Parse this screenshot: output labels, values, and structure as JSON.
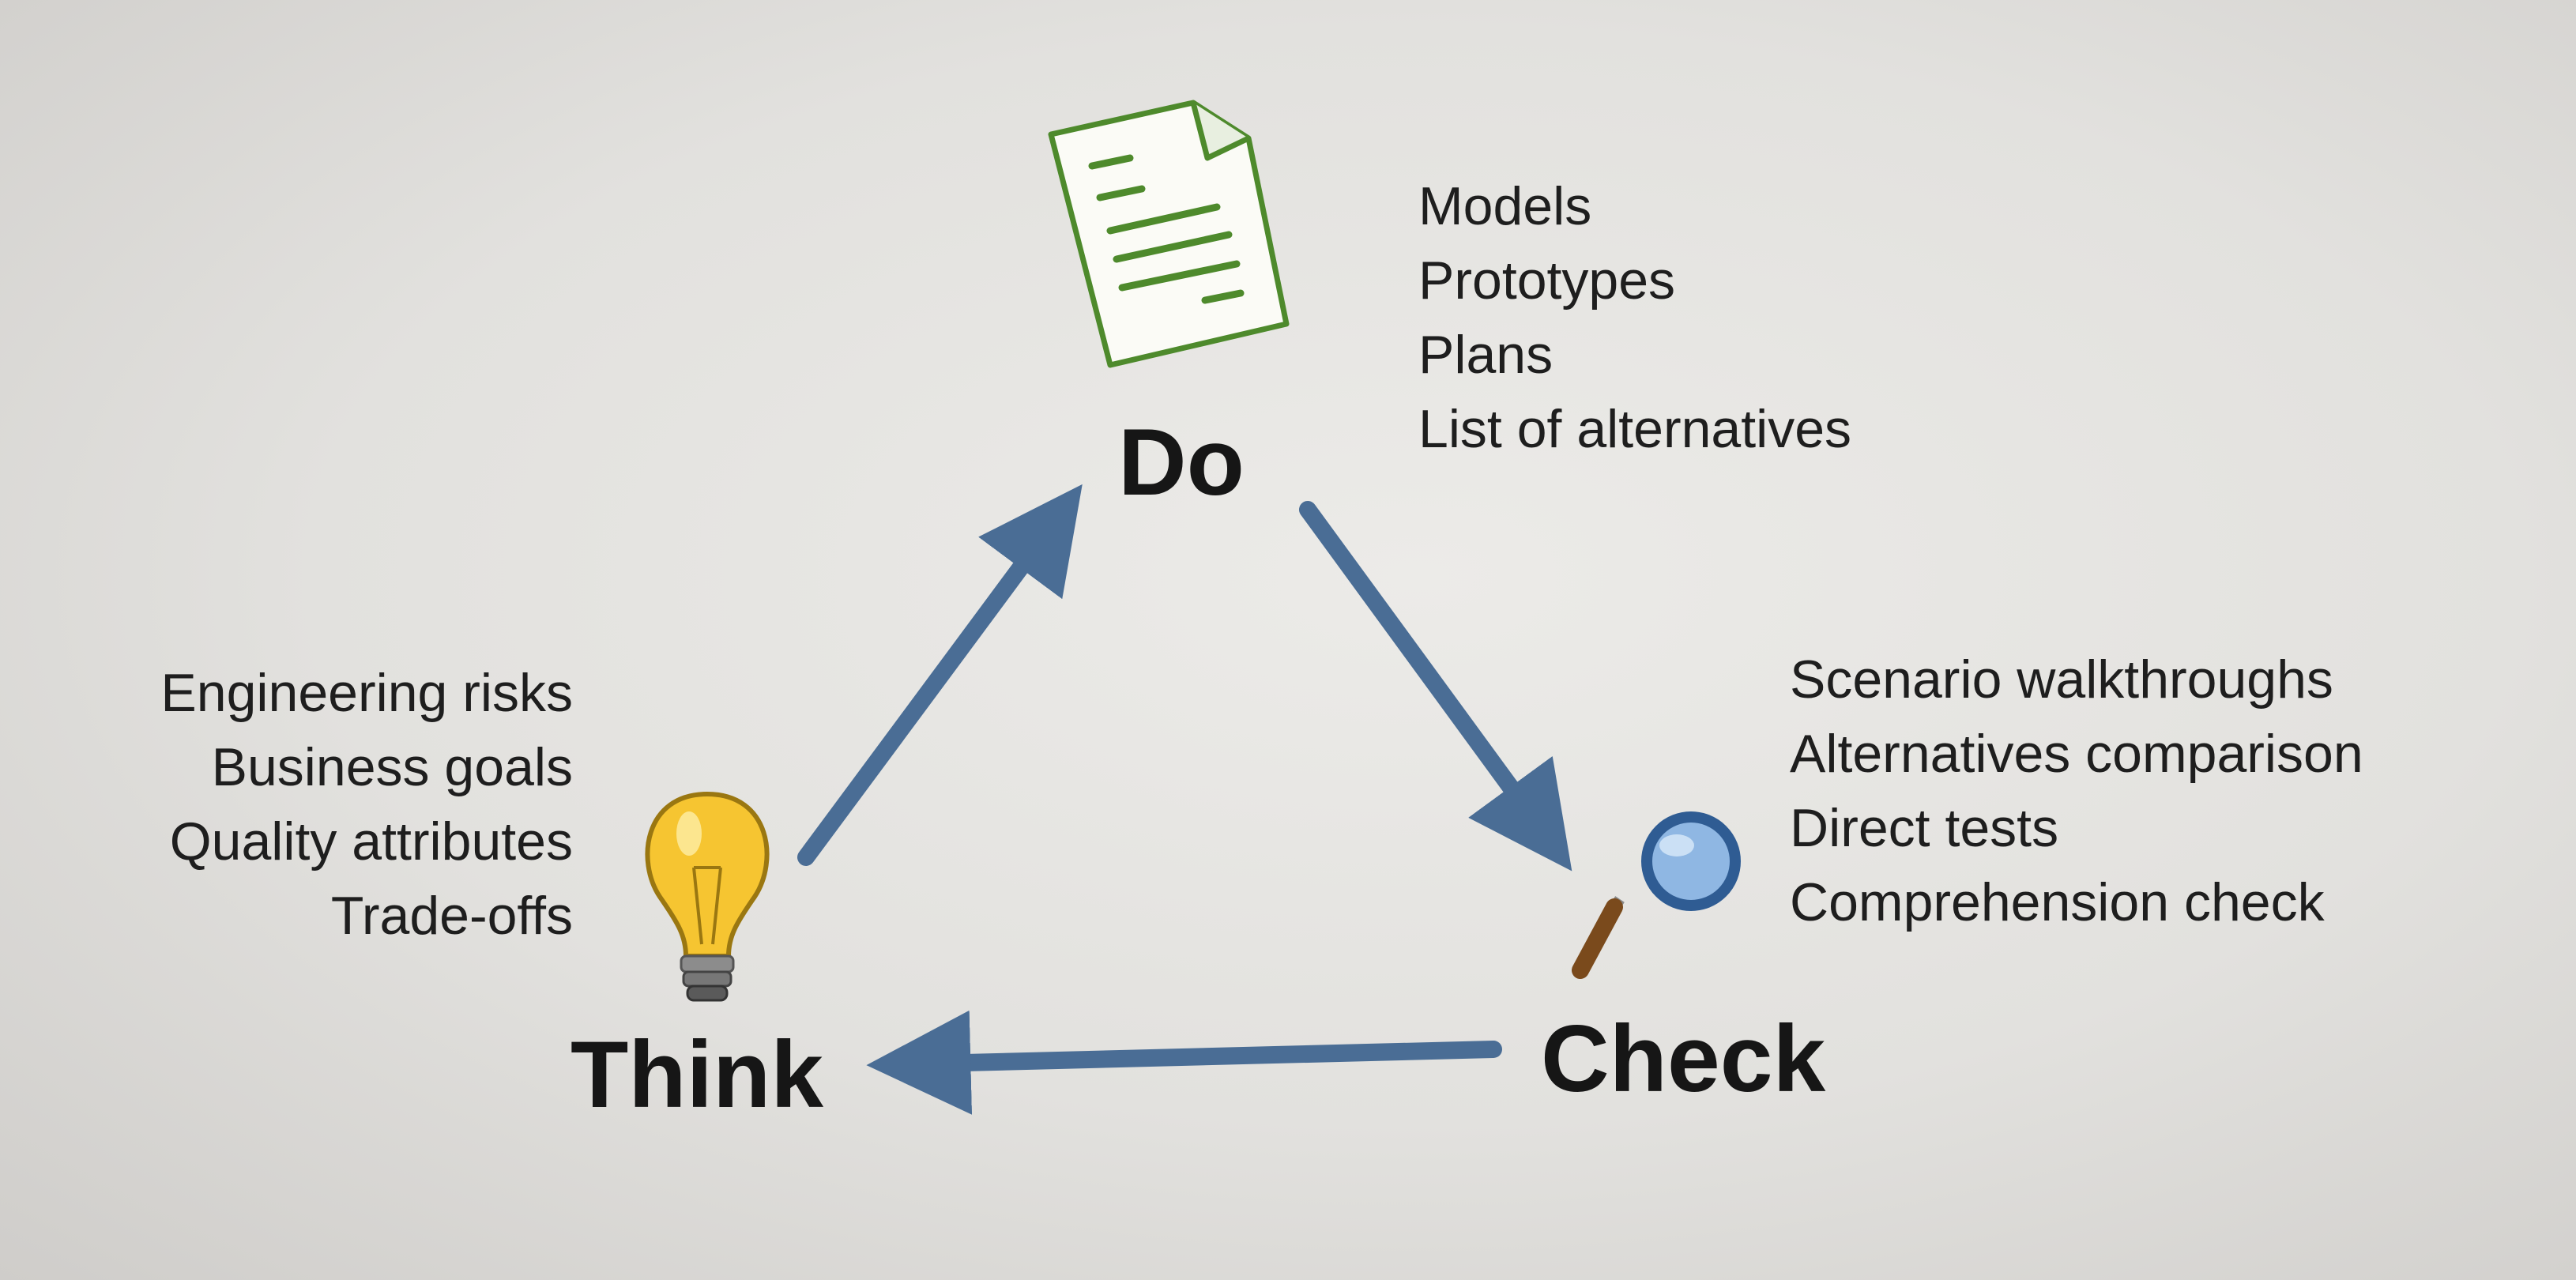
{
  "diagram": {
    "nodes": {
      "do": {
        "label": "Do",
        "icon": "document-icon"
      },
      "check": {
        "label": "Check",
        "icon": "magnifier-icon"
      },
      "think": {
        "label": "Think",
        "icon": "lightbulb-icon"
      }
    },
    "do_items": [
      "Models",
      "Prototypes",
      "Plans",
      "List of alternatives"
    ],
    "check_items": [
      "Scenario walkthroughs",
      "Alternatives comparison",
      "Direct tests",
      "Comprehension check"
    ],
    "think_items": [
      "Engineering risks",
      "Business goals",
      "Quality attributes",
      "Trade-offs"
    ],
    "arrow_color": "#4a6d95"
  }
}
